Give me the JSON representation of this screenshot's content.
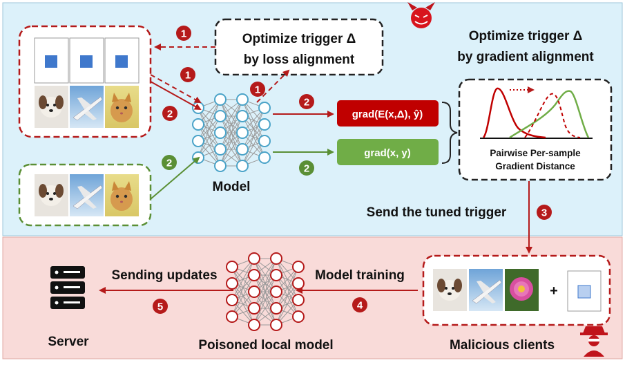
{
  "labels": {
    "opt_loss_line1": "Optimize trigger Δ",
    "opt_loss_line2": "by loss alignment",
    "opt_grad_line1": "Optimize trigger Δ",
    "opt_grad_line2": "by gradient alignment",
    "model": "Model",
    "grad_trigger": "grad(E(x,Δ), ŷ)",
    "grad_clean": "grad(x, y)",
    "pairwise_line1": "Pairwise Per-sample",
    "pairwise_line2": "Gradient Distance",
    "send_trigger": "Send the tuned trigger",
    "model_training": "Model training",
    "sending_updates": "Sending updates",
    "server": "Server",
    "poisoned_model": "Poisoned local model",
    "malicious_clients": "Malicious clients",
    "plus": "+"
  },
  "steps": {
    "s1a": "1",
    "s1b": "1",
    "s1c": "1",
    "s2a": "2",
    "s2b": "2",
    "s2c": "2",
    "s2d": "2",
    "s3": "3",
    "s4": "4",
    "s5": "5"
  },
  "images": {
    "dog": "dog",
    "plane": "airplane",
    "cat": "cat",
    "flower": "flower"
  },
  "icons": {
    "devil": "devil-icon",
    "server": "server-icon",
    "hacker": "hacker-icon",
    "trigger": "trigger-square-icon"
  },
  "colors": {
    "top_bg": "#dcf1fa",
    "bottom_bg": "#f9dbd9",
    "red": "#b51a1a",
    "green": "#5a8f35",
    "grad_red": "#c00000",
    "grad_green": "#70ad47",
    "node": "#4aa3c8",
    "square": "#3f78cc"
  }
}
